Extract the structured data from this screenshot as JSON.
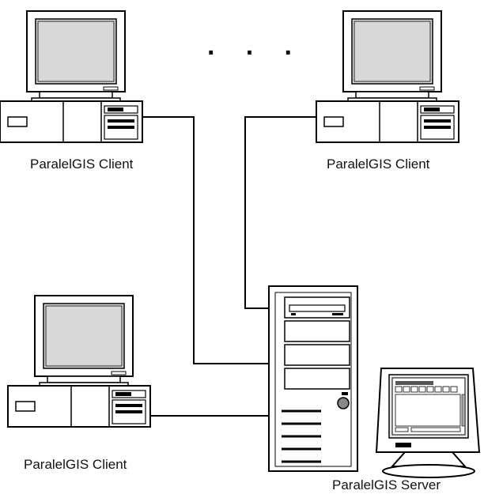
{
  "nodes": {
    "client_top_left": {
      "label": "ParalelGIS Client"
    },
    "client_top_right": {
      "label": "ParalelGIS Client"
    },
    "client_bottom_left": {
      "label": "ParalelGIS Client"
    },
    "server": {
      "label": "ParalelGIS Server"
    }
  },
  "ellipsis": "· · ·",
  "edges": [
    {
      "from": "client_top_left",
      "to": "server"
    },
    {
      "from": "client_top_right",
      "to": "server"
    },
    {
      "from": "client_bottom_left",
      "to": "server"
    }
  ],
  "colors": {
    "line": "#000000",
    "screen": "#d8d8d8",
    "case": "#ffffff"
  }
}
